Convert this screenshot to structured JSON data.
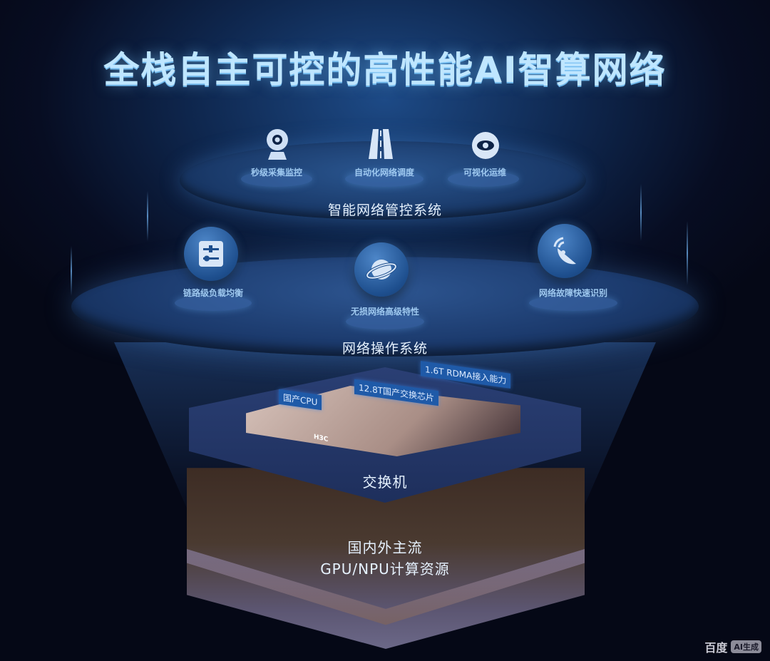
{
  "title": "全栈自主可控的高性能AI智算网络",
  "layers": {
    "management": {
      "label": "智能网络管控系统",
      "items": [
        {
          "label": "秒级采集监控",
          "icon": "webcam-icon"
        },
        {
          "label": "自动化网络调度",
          "icon": "road-icon"
        },
        {
          "label": "可视化运维",
          "icon": "eye-icon"
        }
      ]
    },
    "os": {
      "label": "网络操作系统",
      "items": [
        {
          "label": "链路级负载均衡",
          "icon": "sliders-icon"
        },
        {
          "label": "无损网络高级特性",
          "icon": "planet-icon"
        },
        {
          "label": "网络故障快速识别",
          "icon": "satellite-dish-icon"
        }
      ]
    },
    "switch": {
      "label": "交换机",
      "tags": [
        "国产CPU",
        "12.8T国产交换芯片",
        "1.6T RDMA接入能力"
      ],
      "brand": "H3C"
    },
    "compute": {
      "line1": "国内外主流",
      "line2": "GPU/NPU计算资源"
    }
  },
  "watermark": {
    "brand": "百度",
    "badge": "AI生成"
  },
  "colors": {
    "title": "#bfe6ff",
    "accent": "#1f5aa8",
    "background": "#070d22"
  }
}
